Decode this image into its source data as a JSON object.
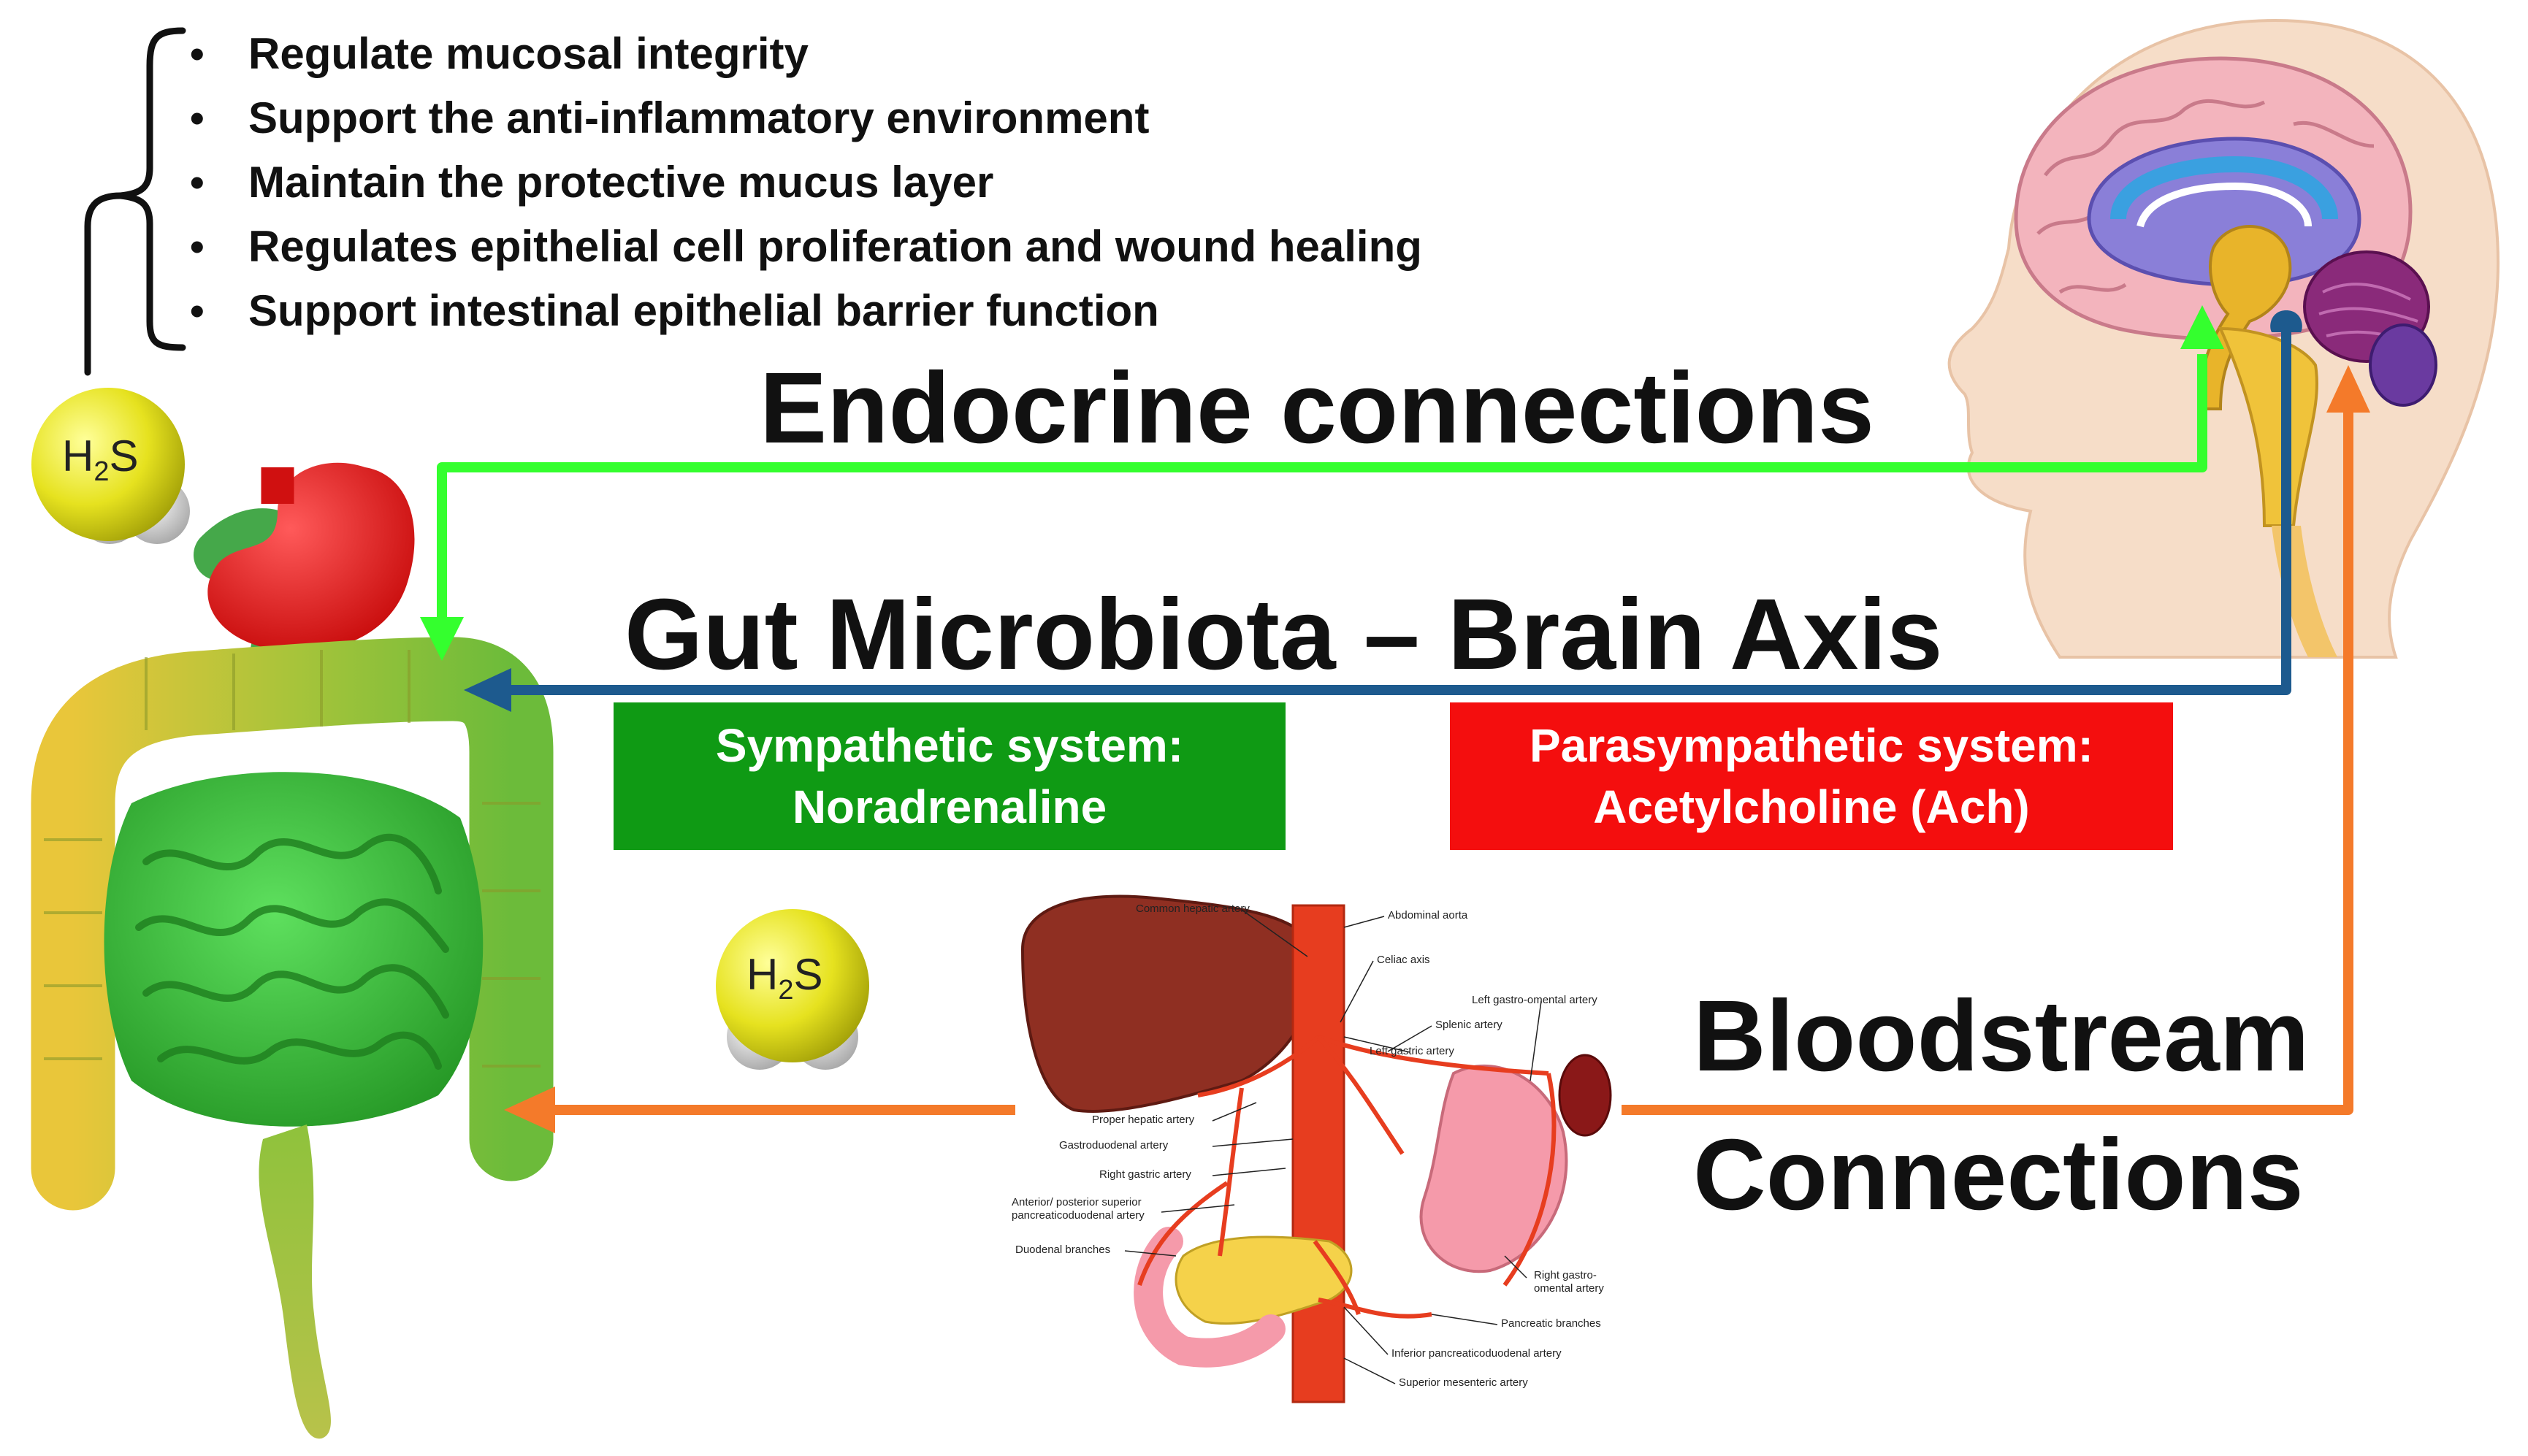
{
  "bullets": [
    "Regulate mucosal integrity",
    "Support the anti-inflammatory environment",
    "Maintain the protective mucus layer",
    "Regulates epithelial cell proliferation and wound healing",
    "Support intestinal epithelial barrier function"
  ],
  "titles": {
    "endocrine": "Endocrine connections",
    "axis": "Gut Microbiota – Brain Axis",
    "bloodstream_line1": "Bloodstream",
    "bloodstream_line2": "Connections"
  },
  "boxes": {
    "sympathetic_line1": "Sympathetic system:",
    "sympathetic_line2": "Noradrenaline",
    "parasympathetic_line1": "Parasympathetic system:",
    "parasympathetic_line2": "Acetylcholine (Ach)"
  },
  "molecule": {
    "h": "H",
    "sub": "2",
    "s": "S"
  },
  "artery_labels": {
    "common_hepatic": "Common hepatic artery",
    "abdominal_aorta": "Abdominal aorta",
    "celiac_axis": "Celiac axis",
    "left_gastro_omental": "Left gastro-omental artery",
    "splenic": "Splenic artery",
    "left_gastric": "Left gastric artery",
    "proper_hepatic": "Proper hepatic artery",
    "gastroduodenal": "Gastroduodenal artery",
    "right_gastric": "Right gastric artery",
    "pancreaticoduodenal_1": "Anterior/ posterior superior",
    "pancreaticoduodenal_2": "pancreaticoduodenal artery",
    "duodenal": "Duodenal branches",
    "right_gastro_omental_1": "Right gastro-",
    "right_gastro_omental_2": "omental artery",
    "pancreatic": "Pancreatic branches",
    "inferior_pancreaticoduodenal": "Inferior pancreaticoduodenal artery",
    "superior_mesenteric": "Superior mesenteric artery"
  },
  "colors": {
    "endocrine_arrow": "#34ff2e",
    "neural_arrow": "#1d5a8e",
    "blood_arrow": "#f47a2a",
    "sympathetic_box": "#0f9a14",
    "parasympathetic_box": "#f40e0e",
    "h2s_sulfur": "#e6e21f"
  }
}
